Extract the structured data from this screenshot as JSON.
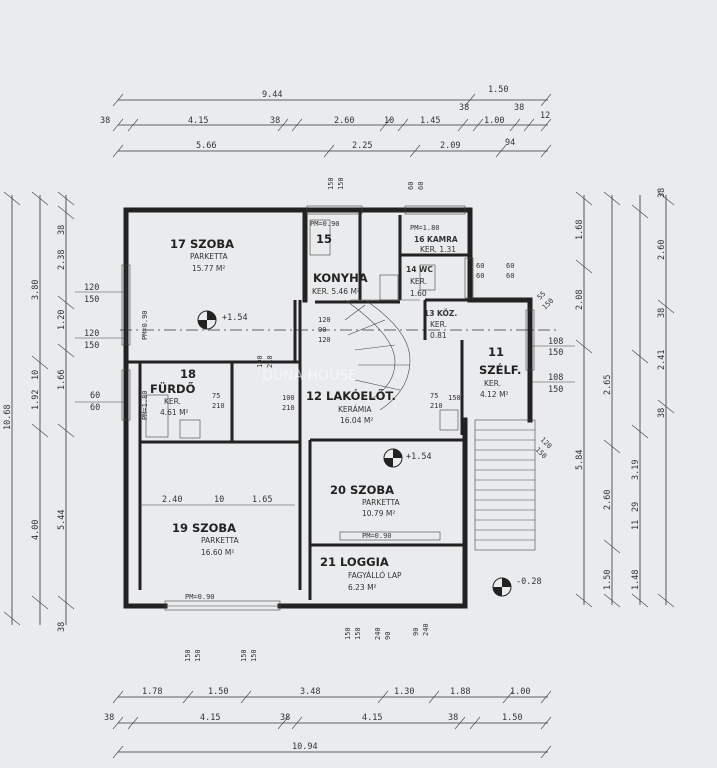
{
  "top_dims": {
    "row1": [
      "9.44",
      "1.50"
    ],
    "row2": [
      "38",
      "4.15",
      "38",
      "2.60",
      "10",
      "1.45",
      "38",
      "1.00",
      "38",
      "12"
    ],
    "row3": [
      "5.66",
      "2.25",
      "2.09",
      "94"
    ]
  },
  "bottom_dims": {
    "row1": [
      "1.78",
      "1.50",
      "3.48",
      "1.30",
      "1.88",
      "1.00"
    ],
    "row2": [
      "38",
      "4.15",
      "38",
      "4.15",
      "38",
      "1.50"
    ],
    "row3": [
      "10.94"
    ]
  },
  "left_dims": {
    "outer": [
      "10.68"
    ],
    "mid": [
      "3.80",
      "1.92",
      "10",
      "4.00"
    ],
    "inner": [
      "38",
      "2.38",
      "1.20",
      "1.66",
      "5.44",
      "38"
    ],
    "openings": [
      "120",
      "150",
      "120",
      "150",
      "60",
      "60"
    ]
  },
  "right_dims": {
    "outer": [
      "5.84"
    ],
    "mid": [
      "1.68",
      "2.08",
      "2.65",
      "3.19",
      "11",
      "29",
      "2.60",
      "1.48",
      "1.50"
    ],
    "inner": [
      "38",
      "2.60",
      "38",
      "2.41",
      "38"
    ],
    "openings": [
      "108",
      "150",
      "108",
      "150"
    ]
  },
  "rooms": {
    "r17": {
      "name": "17 SZOBA",
      "floor": "PARKETTA",
      "area": "15.77 M²"
    },
    "r15": {
      "num": "15",
      "name": "KONYHA",
      "area": "KER. 5.46 M²"
    },
    "r16": {
      "name": "16 KAMRA",
      "area": "KER. 1.31"
    },
    "r14": {
      "name": "14 WC",
      "floor": "KER.",
      "area": "1.60"
    },
    "r13": {
      "name": "13 KÖZ.",
      "floor": "KER.",
      "area": "0.81"
    },
    "r18": {
      "num": "18",
      "name": "FÜRDŐ",
      "floor": "KER.",
      "area": "4.61 M²"
    },
    "r12": {
      "name": "12 LAKÓELŐT.",
      "floor": "KERÁMIA",
      "area": "16.04 M²"
    },
    "r11": {
      "num": "11",
      "name": "SZÉLF.",
      "floor": "KER.",
      "area": "4.12 M²"
    },
    "r20": {
      "name": "20 SZOBA",
      "floor": "PARKETTA",
      "area": "10.79 M²"
    },
    "r19": {
      "name": "19 SZOBA",
      "floor": "PARKETTA",
      "area": "16.60 M²"
    },
    "r21": {
      "name": "21 LOGGIA",
      "floor": "FAGYÁLLÓ LAP",
      "area": "6.23 M²"
    }
  },
  "levels": [
    "+1.54",
    "+1.54",
    "-0.28"
  ],
  "parapets": [
    "PM=0.90",
    "PM=0.90",
    "PM=0.90",
    "PM=0.90",
    "PM=1.80",
    "PM=1.80"
  ],
  "room19_dims": [
    "2.40",
    "10",
    "1.65"
  ],
  "door_marks": [
    "75",
    "210",
    "100",
    "210",
    "75",
    "210",
    "100",
    "210",
    "90",
    "240",
    "150",
    "150",
    "150",
    "150",
    "150",
    "150",
    "60",
    "60",
    "60",
    "60",
    "60",
    "60",
    "55",
    "150",
    "120",
    "150",
    "120",
    "90",
    "120",
    "150",
    "150",
    "150",
    "240",
    "90"
  ],
  "watermark": "DUNA HOUSE"
}
